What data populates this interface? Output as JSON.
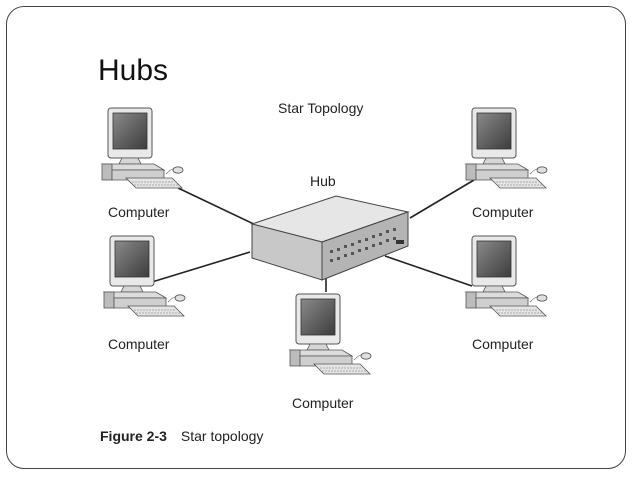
{
  "slide": {
    "title": "Hubs"
  },
  "diagram": {
    "title": "Star Topology",
    "hub_label": "Hub",
    "computers": [
      {
        "label": "Computer"
      },
      {
        "label": "Computer"
      },
      {
        "label": "Computer"
      },
      {
        "label": "Computer"
      },
      {
        "label": "Computer"
      }
    ],
    "caption": {
      "figure_number": "Figure 2-3",
      "text": "Star topology"
    }
  },
  "colors": {
    "border": "#444444",
    "hub_top": "#e2e2e2",
    "hub_front": "#bdbdbd",
    "monitor_screen": "#555555",
    "cable": "#222222"
  }
}
